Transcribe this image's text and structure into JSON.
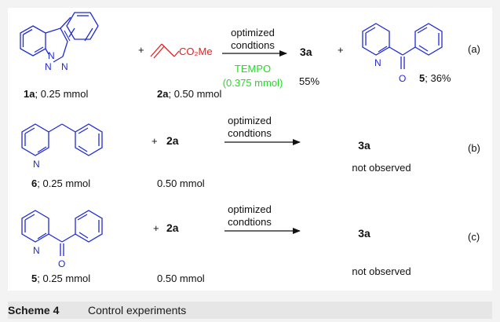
{
  "row_a": {
    "triazole_label_bold": "1a",
    "triazole_label_rest": "; 0.25 mmol",
    "triazole_n1": "N",
    "triazole_n2": "N",
    "triazole_n3": "N",
    "plus1": "+",
    "acrylate_group": "CO₂Me",
    "acrylate_label_bold": "2a",
    "acrylate_label_rest": "; 0.50 mmol",
    "arrow_above_1": "optimized",
    "arrow_above_2": "condtions",
    "arrow_below_1": "TEMPO",
    "arrow_below_2": "(0.375 mmol)",
    "product_main": "3a",
    "product_yield": "55%",
    "plus2": "+",
    "ketone_n": "N",
    "ketone_o": "O",
    "ketone_label_bold": "5",
    "ketone_label_rest": "; 36%",
    "tag": "(a)"
  },
  "row_b": {
    "pyr_n": "N",
    "label_bold": "6",
    "label_rest": "; 0.25 mmol",
    "plus": "+",
    "reagent": "2a",
    "reagent_amount": "0.50 mmol",
    "arrow_above_1": "optimized",
    "arrow_above_2": "condtions",
    "product": "3a",
    "result": "not observed",
    "tag": "(b)"
  },
  "row_c": {
    "pyr_n": "N",
    "ketone_o": "O",
    "label_bold": "5",
    "label_rest": "; 0.25 mmol",
    "plus": "+",
    "reagent": "2a",
    "reagent_amount": "0.50 mmol",
    "arrow_above_1": "optimized",
    "arrow_above_2": "condtions",
    "product": "3a",
    "result": "not observed",
    "tag": "(c)"
  },
  "caption": {
    "number": "Scheme 4",
    "title": "Control experiments"
  },
  "colors": {
    "structure_blue": "#1f2ad6",
    "acrylate_red": "#e8201c",
    "tempo_green": "#22dd22"
  }
}
